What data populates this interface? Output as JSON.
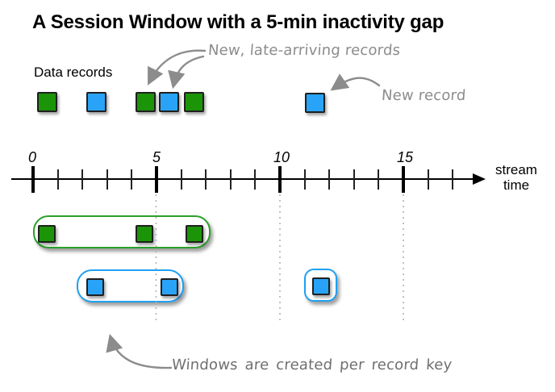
{
  "title": "A Session Window with a 5-min inactivity gap",
  "labels": {
    "data_records": "Data records",
    "stream_time": "stream\ntime"
  },
  "annotations": {
    "late_records": "New, late-arriving records",
    "new_record": "New record",
    "windows_per_key": "Windows are created per record key"
  },
  "axis": {
    "tick_labels": [
      "0",
      "5",
      "10",
      "15"
    ],
    "range_units": [
      0,
      17
    ],
    "inactivity_gap_label": "5-min"
  },
  "records": {
    "top_row_keys": [
      "green",
      "blue",
      "green",
      "blue",
      "green",
      "blue"
    ],
    "windows": [
      {
        "key": "green",
        "record_count": 3
      },
      {
        "key": "blue",
        "record_count": 2
      },
      {
        "key": "blue",
        "record_count": 1
      }
    ]
  },
  "colors": {
    "green": "#1c9408",
    "blue": "#29a3f7",
    "green-border": "#2ba02b",
    "blue-border": "#1ea0f2",
    "square-border": "#1f1f1f",
    "hand-gray": "#8c8c8c",
    "hand-dark": "#6f6f6f",
    "dotted-gray": "#b3b3b3"
  }
}
